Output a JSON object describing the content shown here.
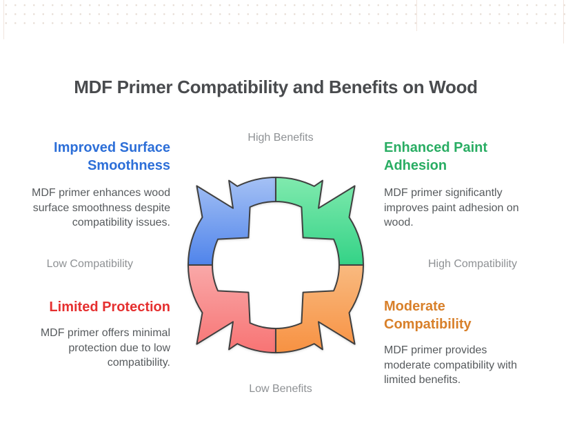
{
  "title": "MDF Primer Compatibility and Benefits on Wood",
  "axis_labels": {
    "top": "High Benefits",
    "bottom": "Low Benefits",
    "left": "Low Compatibility",
    "right": "High Compatibility"
  },
  "quadrants": [
    {
      "position": "top-left",
      "heading": "Improved Surface\nSmoothness",
      "description": "MDF primer enhances wood\nsurface smoothness despite\ncompatibility issues.",
      "heading_color": "#2d6fd8",
      "segment_color_light": "#a9c4f5",
      "segment_color_dark": "#4a80ea"
    },
    {
      "position": "top-right",
      "heading": "Enhanced Paint\nAdhesion",
      "description": "MDF primer significantly\nimproves paint adhesion on\nwood.",
      "heading_color": "#29ad63",
      "segment_color_light": "#84ebb0",
      "segment_color_dark": "#2fd184"
    },
    {
      "position": "bottom-left",
      "heading": "Limited Protection",
      "description": "MDF primer offers minimal\nprotection due to low\ncompatibility.",
      "heading_color": "#e53030",
      "segment_color_light": "#f9abab",
      "segment_color_dark": "#f87272"
    },
    {
      "position": "bottom-right",
      "heading": "Moderate\nCompatibility",
      "description": "MDF primer provides\nmoderate compatibility with\nlimited benefits.",
      "heading_color": "#d8802a",
      "segment_color_light": "#f9bc83",
      "segment_color_dark": "#f79040"
    }
  ],
  "diagram": {
    "outline_color": "#3f3f3f"
  }
}
